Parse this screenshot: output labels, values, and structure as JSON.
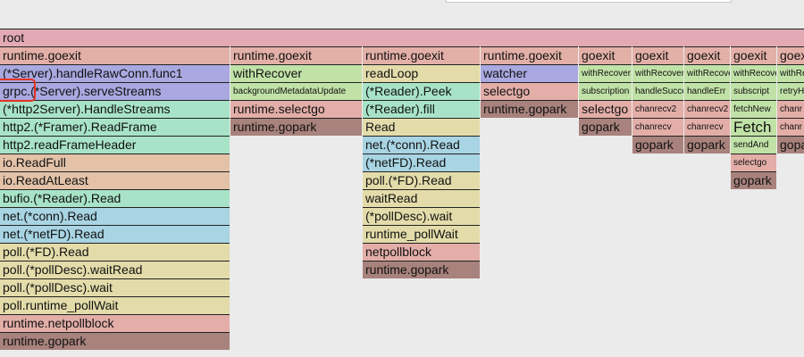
{
  "root": {
    "label": "root",
    "color": "#e3aab6"
  },
  "colors": {
    "goexit": "#e3b0a8",
    "blue": "#a9a8e0",
    "green": "#c1e2a7",
    "teal": "#a8e3c8",
    "peach": "#e3c2a8",
    "sky": "#a8d4e3",
    "yellow": "#e3dcaa",
    "pink": "#e3aea8",
    "park": "#a8827c"
  },
  "highlight": {
    "text": "grpc.",
    "color": "#e53222"
  },
  "columns": [
    {
      "frames": [
        [
          "runtime.goexit",
          "goexit"
        ],
        [
          "(*Server).handleRawConn.func1",
          "blue"
        ],
        [
          "grpc.(*Server).serveStreams",
          "blue"
        ],
        [
          "(*http2Server).HandleStreams",
          "teal"
        ],
        [
          "http2.(*Framer).ReadFrame",
          "teal"
        ],
        [
          "http2.readFrameHeader",
          "teal"
        ],
        [
          "io.ReadFull",
          "peach"
        ],
        [
          "io.ReadAtLeast",
          "peach"
        ],
        [
          "bufio.(*Reader).Read",
          "teal"
        ],
        [
          "net.(*conn).Read",
          "sky"
        ],
        [
          "net.(*netFD).Read",
          "sky"
        ],
        [
          "poll.(*FD).Read",
          "yellow"
        ],
        [
          "poll.(*pollDesc).waitRead",
          "yellow"
        ],
        [
          "poll.(*pollDesc).wait",
          "yellow"
        ],
        [
          "poll.runtime_pollWait",
          "yellow"
        ],
        [
          "runtime.netpollblock",
          "pink"
        ],
        [
          "runtime.gopark",
          "park"
        ]
      ]
    },
    {
      "frames": [
        [
          "runtime.goexit",
          "goexit"
        ],
        [
          "withRecover",
          "green"
        ],
        [
          "backgroundMetadataUpdate",
          "green",
          "small"
        ],
        [
          "runtime.selectgo",
          "pink"
        ],
        [
          "runtime.gopark",
          "park"
        ]
      ]
    },
    {
      "frames": [
        [
          "runtime.goexit",
          "goexit"
        ],
        [
          "readLoop",
          "yellow"
        ],
        [
          "(*Reader).Peek",
          "teal"
        ],
        [
          "(*Reader).fill",
          "teal"
        ],
        [
          "Read",
          "yellow"
        ],
        [
          "net.(*conn).Read",
          "sky"
        ],
        [
          "(*netFD).Read",
          "sky"
        ],
        [
          "poll.(*FD).Read",
          "yellow"
        ],
        [
          "waitRead",
          "yellow"
        ],
        [
          "(*pollDesc).wait",
          "yellow"
        ],
        [
          "runtime_pollWait",
          "yellow"
        ],
        [
          "netpollblock",
          "pink"
        ],
        [
          "runtime.gopark",
          "park"
        ]
      ]
    },
    {
      "frames": [
        [
          "runtime.goexit",
          "goexit"
        ],
        [
          "watcher",
          "blue"
        ],
        [
          "selectgo",
          "pink"
        ],
        [
          "runtime.gopark",
          "park"
        ]
      ]
    },
    {
      "frames": [
        [
          "goexit",
          "goexit"
        ],
        [
          "withRecover",
          "green",
          "small"
        ],
        [
          "subscription",
          "green",
          "small"
        ],
        [
          "selectgo",
          "pink"
        ],
        [
          "gopark",
          "park"
        ]
      ]
    },
    {
      "frames": [
        [
          "goexit",
          "goexit"
        ],
        [
          "withRecover",
          "green",
          "small"
        ],
        [
          "handleSuccess",
          "green",
          "small"
        ],
        [
          "chanrecv2",
          "pink",
          "small"
        ],
        [
          "chanrecv",
          "pink",
          "small"
        ],
        [
          "gopark",
          "park"
        ]
      ]
    },
    {
      "frames": [
        [
          "goexit",
          "goexit"
        ],
        [
          "withRecover",
          "green",
          "small"
        ],
        [
          "handleErr",
          "green",
          "small"
        ],
        [
          "chanrecv2",
          "pink",
          "small"
        ],
        [
          "chanrecv",
          "pink",
          "small"
        ],
        [
          "gopark",
          "park"
        ]
      ]
    },
    {
      "frames": [
        [
          "goexit",
          "goexit"
        ],
        [
          "withRecover",
          "green",
          "small"
        ],
        [
          "subscript",
          "green",
          "small"
        ],
        [
          "fetchNew",
          "green",
          "small"
        ],
        [
          "Fetch",
          "green",
          "big"
        ],
        [
          "sendAnd",
          "green",
          "small"
        ],
        [
          "selectgo",
          "pink",
          "small"
        ],
        [
          "gopark",
          "park"
        ]
      ]
    },
    {
      "frames": [
        [
          "goexit",
          "goexit"
        ],
        [
          "withRecover",
          "green",
          "small"
        ],
        [
          "retryH",
          "green",
          "small"
        ],
        [
          "chanr",
          "pink",
          "small"
        ],
        [
          "chanr",
          "pink",
          "small"
        ],
        [
          "gopark",
          "park"
        ]
      ]
    }
  ]
}
